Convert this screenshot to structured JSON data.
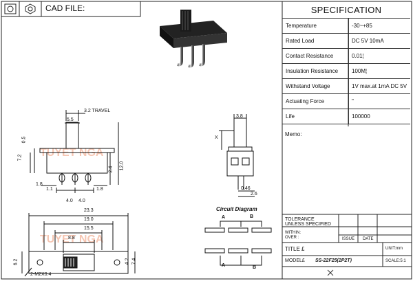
{
  "header": {
    "cad_file_label": "CAD FILE:"
  },
  "spec": {
    "title": "SPECIFICATION",
    "rows": [
      {
        "label": "Temperature",
        "value": "-30~+85"
      },
      {
        "label": "Rated Load",
        "value": "DC 5V 10mA"
      },
      {
        "label": "Contact Resistance",
        "value": "0.01¦"
      },
      {
        "label": "Insulation Resistance",
        "value": "100M¦"
      },
      {
        "label": "Withstand Voltage",
        "value": "1V max.at 1mA DC 5V"
      },
      {
        "label": "Actuating Force",
        "value": "\""
      },
      {
        "label": "Life",
        "value": "100000"
      }
    ],
    "memo_label": "Memo:"
  },
  "title_block": {
    "tolerance_label": "TOLERANCE\nUNLESS SPECIFIED",
    "within_label": "WITHIN:",
    "over_label": "OVER :",
    "issue_label": "ISSUE",
    "date_label": "DATE",
    "title_label": "TITLE",
    "title_value": "£",
    "unit_label": "UNIT:mm",
    "model_label": "MODEL£",
    "model_value": "SS-22F25(2P2T)",
    "scale_label": "SCALE:5:1"
  },
  "dimensions": {
    "travel": "3.2 TRAVEL",
    "d55": "5.5",
    "d05": "0.5",
    "d72": "7.2",
    "d24": "2.4",
    "d120": "12.0",
    "d18a": "1.8",
    "d11": "1.1",
    "d18b": "1.8",
    "d40a": "4.0",
    "d40b": "4.0",
    "d233": "23.3",
    "d190": "19.0",
    "d155": "15.5",
    "d88": "8.8",
    "d62": "6.2",
    "d42": "4.2",
    "d74": "7.4",
    "screw": "2-M2X0.4",
    "d38": "3.8",
    "dx": "X",
    "d046": "0.46",
    "d26": "2.6"
  },
  "circuit": {
    "title": "Circuit Diagram",
    "a_top": "A",
    "b_top": "B",
    "a_bottom": "A",
    "b_bottom": "B"
  },
  "watermark": {
    "text1": "TUYET NGA",
    "text2": "TUYET NGA"
  }
}
